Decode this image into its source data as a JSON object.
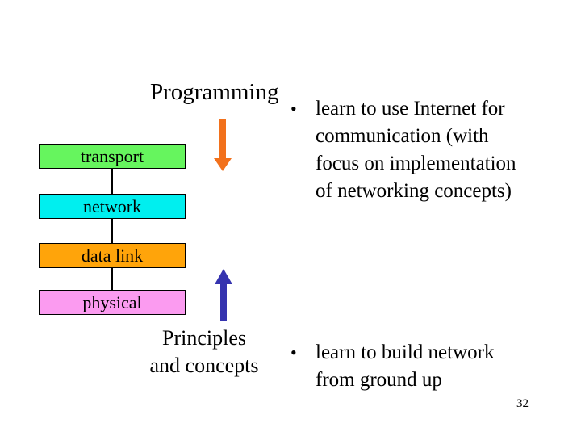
{
  "slide": {
    "title": "Programming",
    "page_number": "32"
  },
  "layers": {
    "items": [
      {
        "label": "transport",
        "color": "#66F55E"
      },
      {
        "label": "network",
        "color": "#00EFEF"
      },
      {
        "label": "data link",
        "color": "#FFA40A"
      },
      {
        "label": "physical",
        "color": "#FB9BF0"
      }
    ]
  },
  "arrows": {
    "down": {
      "meaning": "programming-applies-downward",
      "color": "#F2711C"
    },
    "up": {
      "meaning": "principles-apply-upward",
      "color": "#3533AF"
    }
  },
  "captions": {
    "principles": {
      "line1": "Principles",
      "line2": "and concepts"
    }
  },
  "bullets": {
    "marker": "•",
    "items": [
      {
        "lines": [
          "learn to use Internet for",
          "communication (with",
          "focus on implementation",
          "of networking concepts)"
        ]
      },
      {
        "lines": [
          "learn to build network",
          "from ground up"
        ]
      }
    ]
  }
}
